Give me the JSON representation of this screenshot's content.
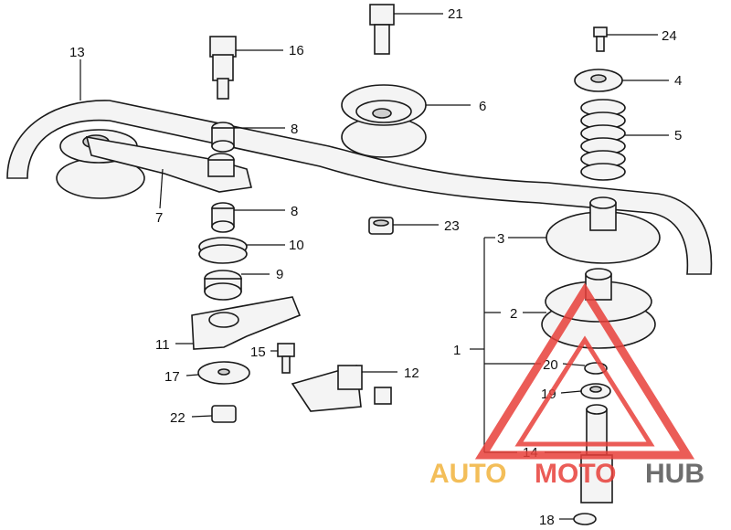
{
  "callouts": [
    {
      "id": "c13",
      "text": "13"
    },
    {
      "id": "c16",
      "text": "16"
    },
    {
      "id": "c21",
      "text": "21"
    },
    {
      "id": "c24",
      "text": "24"
    },
    {
      "id": "c4",
      "text": "4"
    },
    {
      "id": "c6",
      "text": "6"
    },
    {
      "id": "c8a",
      "text": "8"
    },
    {
      "id": "c5",
      "text": "5"
    },
    {
      "id": "c7",
      "text": "7"
    },
    {
      "id": "c8b",
      "text": "8"
    },
    {
      "id": "c23",
      "text": "23"
    },
    {
      "id": "c3",
      "text": "3"
    },
    {
      "id": "c10",
      "text": "10"
    },
    {
      "id": "c9",
      "text": "9"
    },
    {
      "id": "c2",
      "text": "2"
    },
    {
      "id": "c1",
      "text": "1"
    },
    {
      "id": "c11",
      "text": "11"
    },
    {
      "id": "c15",
      "text": "15"
    },
    {
      "id": "c12",
      "text": "12"
    },
    {
      "id": "c20",
      "text": "20"
    },
    {
      "id": "c17",
      "text": "17"
    },
    {
      "id": "c19",
      "text": "19"
    },
    {
      "id": "c22",
      "text": "22"
    },
    {
      "id": "c14",
      "text": "14"
    },
    {
      "id": "c18",
      "text": "18"
    }
  ],
  "watermark": {
    "part1": "AUTO",
    "part2": "MOTO",
    "part3": "HUB"
  },
  "colors": {
    "line": "#111111",
    "watermark_yellow": "#f2b33d",
    "watermark_red": "#e8403a",
    "watermark_gray": "#555555"
  }
}
